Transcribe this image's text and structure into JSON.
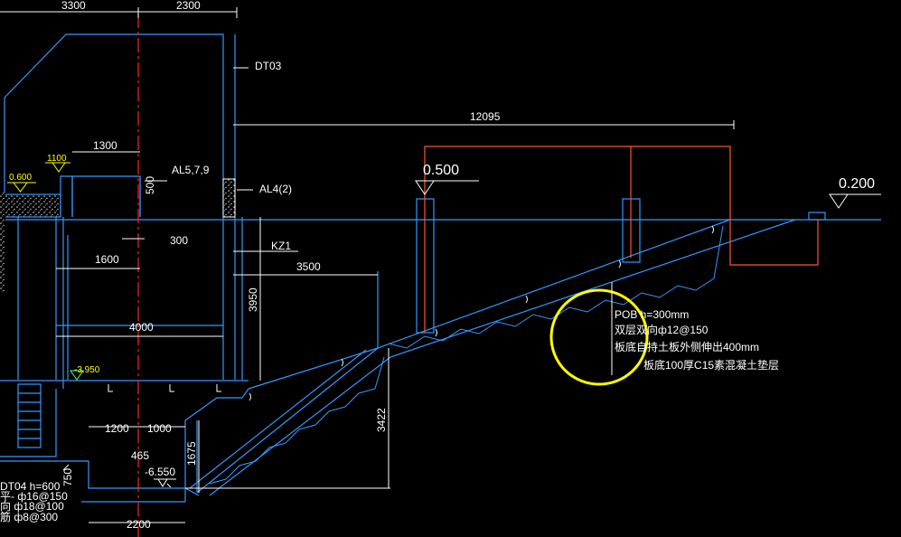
{
  "dimensions": {
    "top_3300": "3300",
    "top_2300": "2300",
    "d_12095": "12095",
    "d_1300": "1300",
    "d_300": "300",
    "d_1600": "1600",
    "d_4000": "4000",
    "d_3500": "3500",
    "d_3950": "3950",
    "d_3422": "3422",
    "d_1200": "1200",
    "d_1000": "1000",
    "d_1675": "1675",
    "d_2200": "2200",
    "d_500": "500",
    "d_465": "465",
    "d_750": "750"
  },
  "elevations": {
    "e_0500": "0.500",
    "e_0200": "0.200",
    "e_0600": "0.600",
    "e_1100": "1100",
    "e_m3950": "-3.950",
    "e_m6550": "-6.550"
  },
  "labels": {
    "dt03": "DT03",
    "al579": "AL5,7,9",
    "al42": "AL4(2)",
    "kz1": "KZ1"
  },
  "notes": {
    "pob_title": "POB h=300mm",
    "pob_line2": "双层双向ф12@150",
    "pob_line3": "板底自持土板外侧伸出400mm",
    "pob_line4": "板底100厚C15素混凝土垫层"
  },
  "detail_bottom_left": {
    "line1": "DT04 h=600",
    "line2": "平- ф16@150",
    "line3": "向 ф18@100",
    "line4": "筋 ф8@300"
  },
  "colors": {
    "background": "#000000",
    "structure": "#3399ff",
    "text": "#ffffff",
    "axis": "#ff2020",
    "pile": "#ff5533",
    "highlight": "#ffff00",
    "dim_line": "#ffffff"
  }
}
